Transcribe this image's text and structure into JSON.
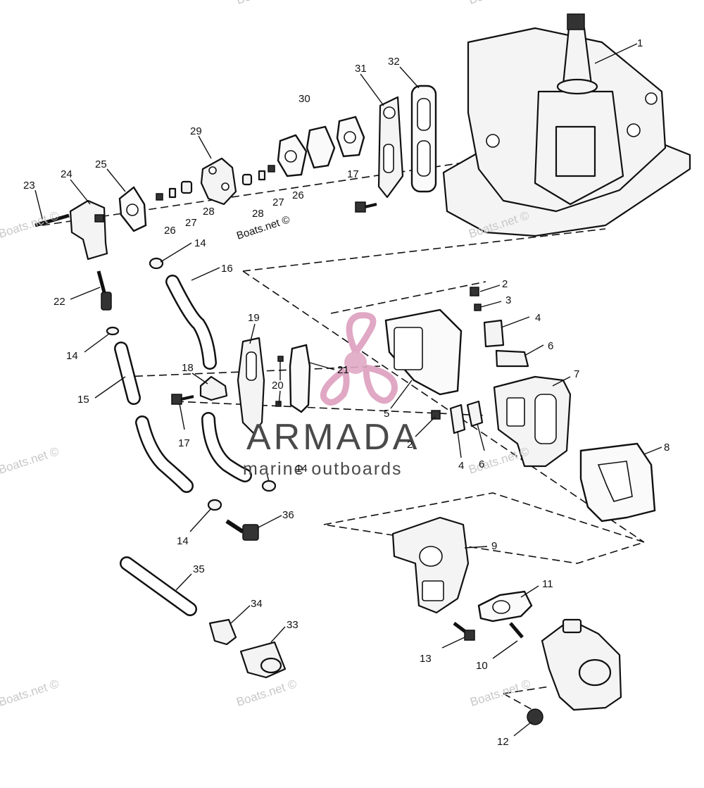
{
  "watermark": "Boats.net ©",
  "brand": {
    "name": "ARMADA",
    "tagline": "marine outboards"
  },
  "colors": {
    "line": "#111111",
    "logo": "#e0a8c4",
    "watermark": "#c8c8c8"
  },
  "callouts": {
    "n1": "1",
    "n2a": "2",
    "n2b": "2",
    "n3": "3",
    "n4a": "4",
    "n4b": "4",
    "n5": "5",
    "n6a": "6",
    "n6b": "6",
    "n7": "7",
    "n8": "8",
    "n9": "9",
    "n10": "10",
    "n11": "11",
    "n12": "12",
    "n13": "13",
    "n14a": "14",
    "n14b": "14",
    "n14c": "14",
    "n14d": "14",
    "n15": "15",
    "n16": "16",
    "n17a": "17",
    "n17b": "17",
    "n18": "18",
    "n19": "19",
    "n20": "20",
    "n21": "21",
    "n22": "22",
    "n23": "23",
    "n24": "24",
    "n25": "25",
    "n26a": "26",
    "n26b": "26",
    "n27a": "27",
    "n27b": "27",
    "n28a": "28",
    "n28b": "28",
    "n29": "29",
    "n30": "30",
    "n31": "31",
    "n32": "32",
    "n33": "33",
    "n34": "34",
    "n35": "35",
    "n36": "36"
  }
}
